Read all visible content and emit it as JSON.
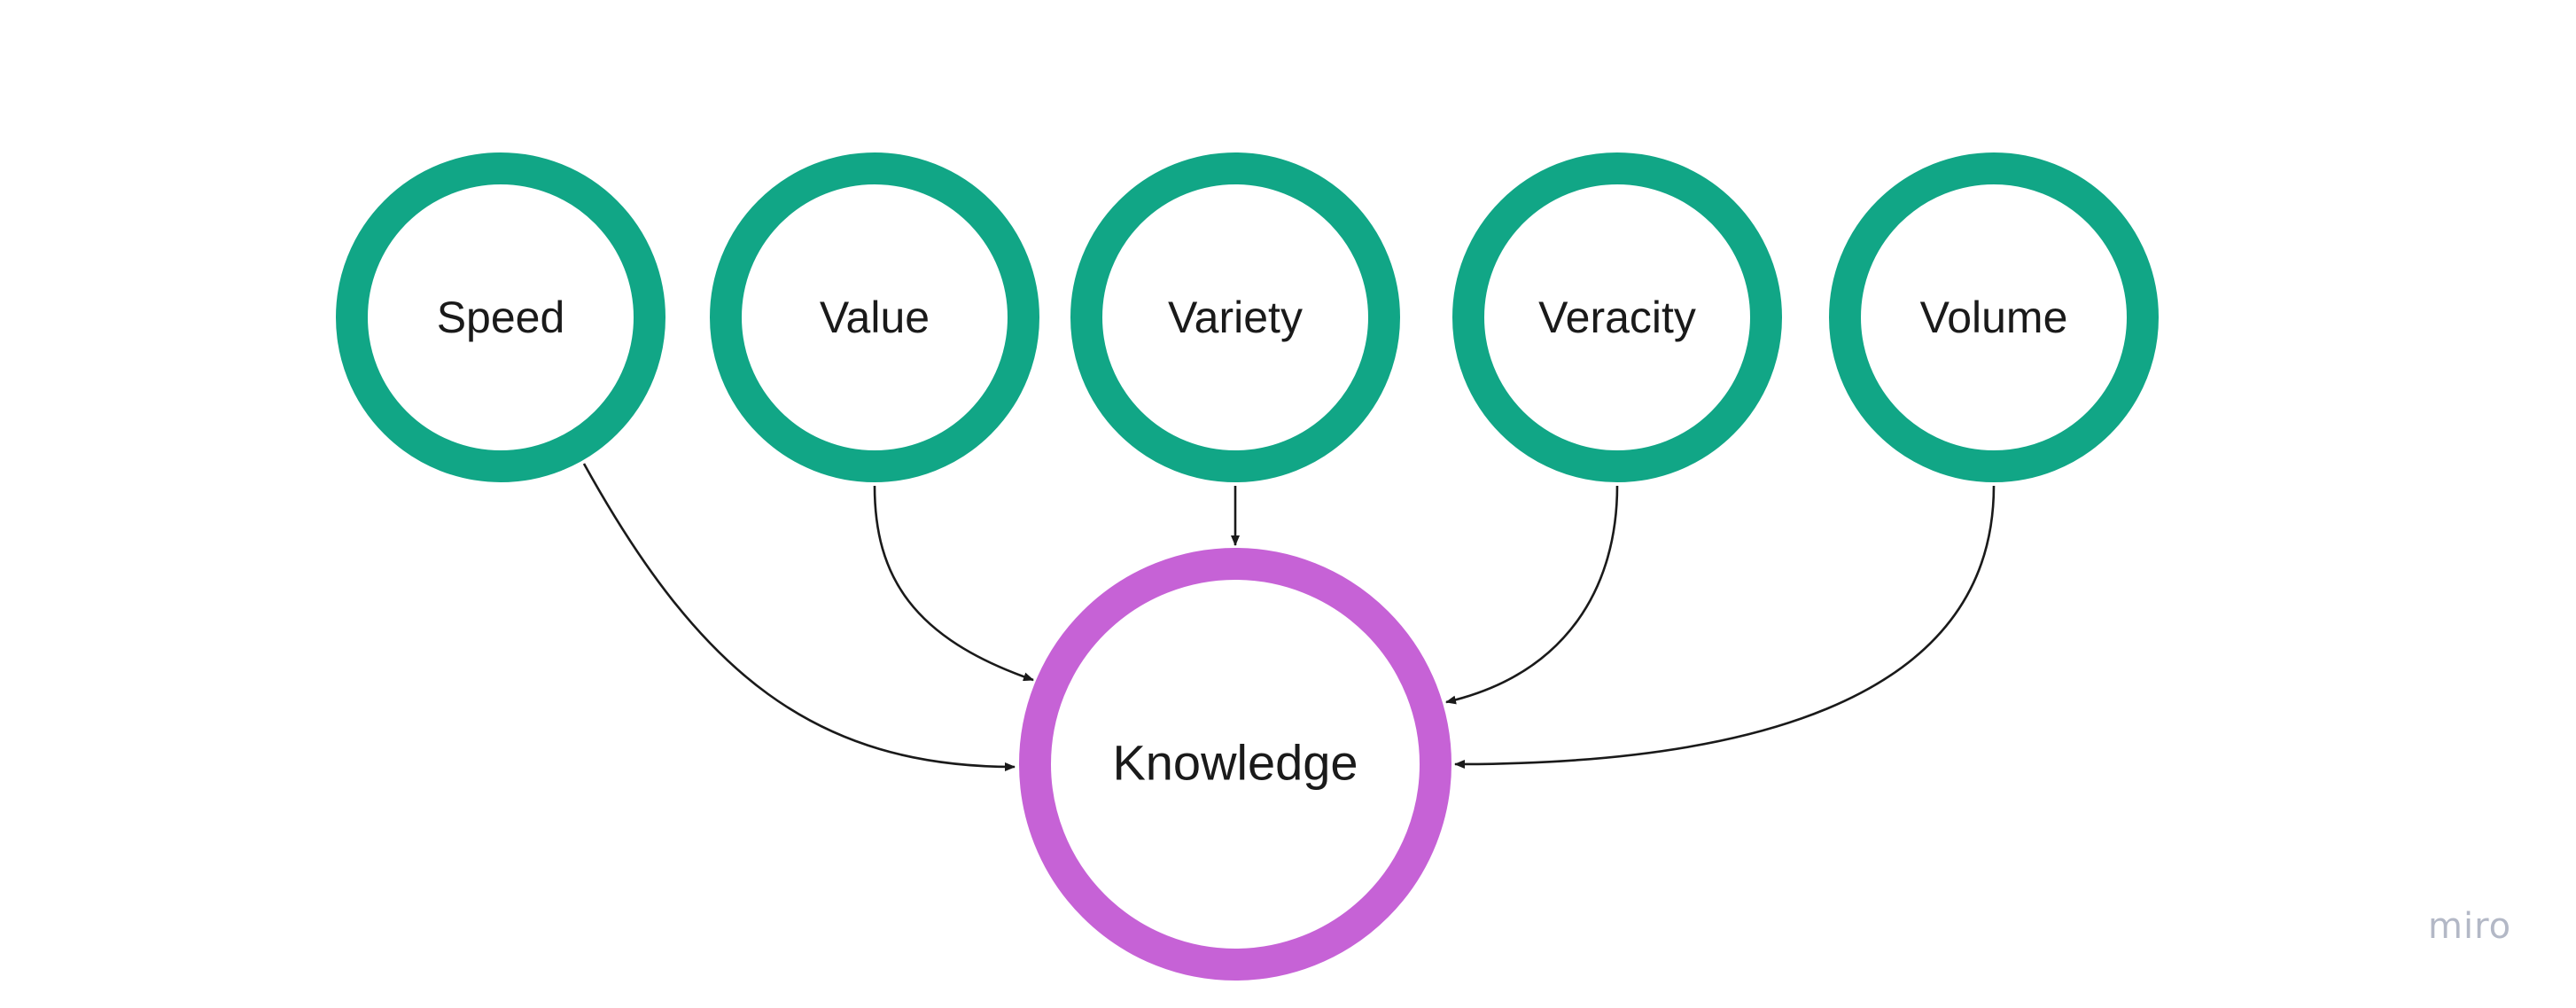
{
  "diagram": {
    "type": "flow",
    "sources": [
      {
        "id": "speed",
        "label": "Speed"
      },
      {
        "id": "value",
        "label": "Value"
      },
      {
        "id": "variety",
        "label": "Variety"
      },
      {
        "id": "veracity",
        "label": "Veracity"
      },
      {
        "id": "volume",
        "label": "Volume"
      }
    ],
    "target": {
      "id": "knowledge",
      "label": "Knowledge"
    },
    "edges": [
      {
        "from": "speed",
        "to": "knowledge"
      },
      {
        "from": "value",
        "to": "knowledge"
      },
      {
        "from": "variety",
        "to": "knowledge"
      },
      {
        "from": "veracity",
        "to": "knowledge"
      },
      {
        "from": "volume",
        "to": "knowledge"
      }
    ],
    "colors": {
      "source_ring": "#11a686",
      "target_ring": "#c662d6",
      "edge": "#1a1a1a"
    }
  },
  "watermark": "miro"
}
